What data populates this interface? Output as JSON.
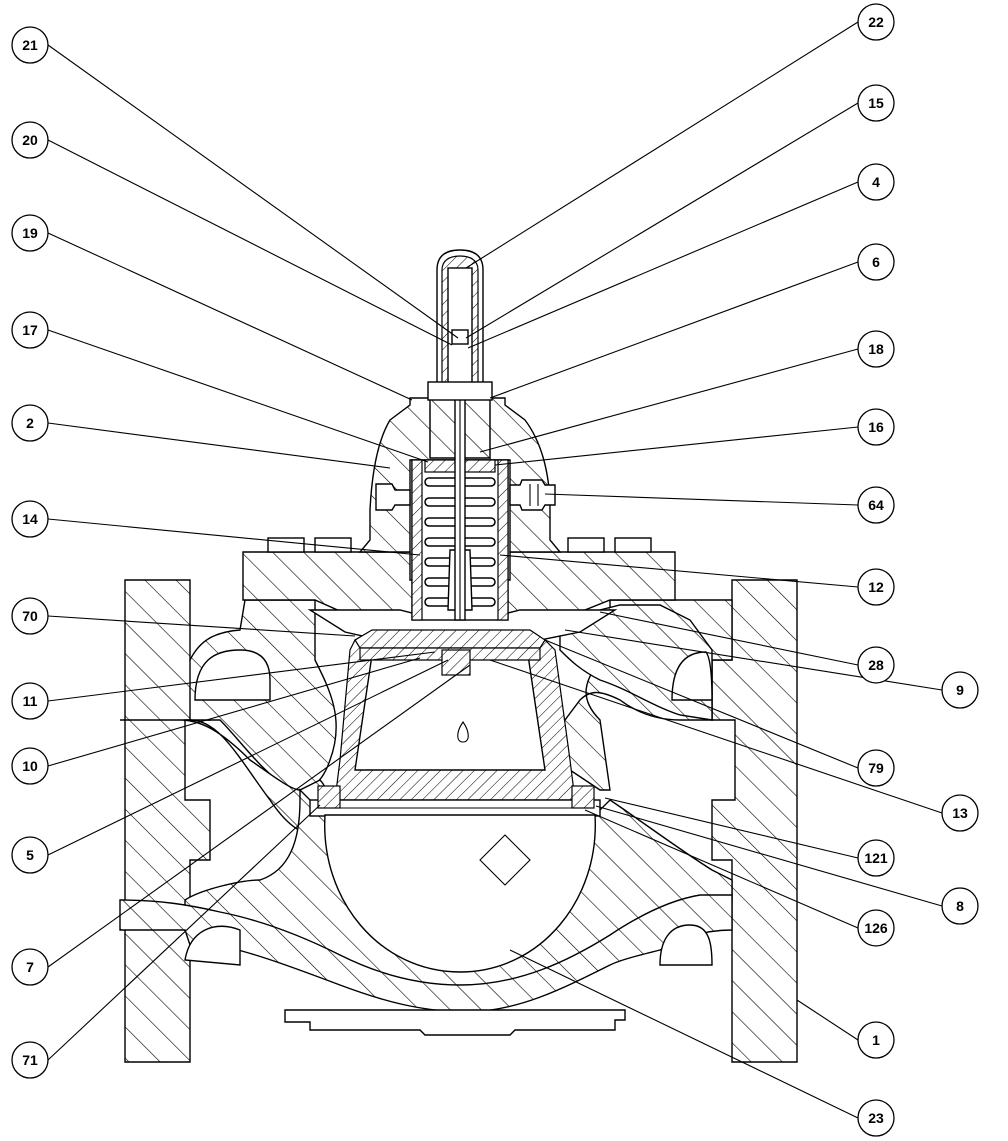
{
  "callouts": [
    {
      "id": "c21",
      "label": "21"
    },
    {
      "id": "c20",
      "label": "20"
    },
    {
      "id": "c19",
      "label": "19"
    },
    {
      "id": "c17",
      "label": "17"
    },
    {
      "id": "c2",
      "label": "2"
    },
    {
      "id": "c14",
      "label": "14"
    },
    {
      "id": "c70",
      "label": "70"
    },
    {
      "id": "c11",
      "label": "11"
    },
    {
      "id": "c10",
      "label": "10"
    },
    {
      "id": "c5",
      "label": "5"
    },
    {
      "id": "c7",
      "label": "7"
    },
    {
      "id": "c71",
      "label": "71"
    },
    {
      "id": "c22",
      "label": "22"
    },
    {
      "id": "c15",
      "label": "15"
    },
    {
      "id": "c4",
      "label": "4"
    },
    {
      "id": "c6",
      "label": "6"
    },
    {
      "id": "c18",
      "label": "18"
    },
    {
      "id": "c16",
      "label": "16"
    },
    {
      "id": "c64",
      "label": "64"
    },
    {
      "id": "c12",
      "label": "12"
    },
    {
      "id": "c28",
      "label": "28"
    },
    {
      "id": "c9",
      "label": "9"
    },
    {
      "id": "c79",
      "label": "79"
    },
    {
      "id": "c13",
      "label": "13"
    },
    {
      "id": "c121",
      "label": "121"
    },
    {
      "id": "c8",
      "label": "8"
    },
    {
      "id": "c126",
      "label": "126"
    },
    {
      "id": "c1",
      "label": "1"
    },
    {
      "id": "c23",
      "label": "23"
    }
  ]
}
